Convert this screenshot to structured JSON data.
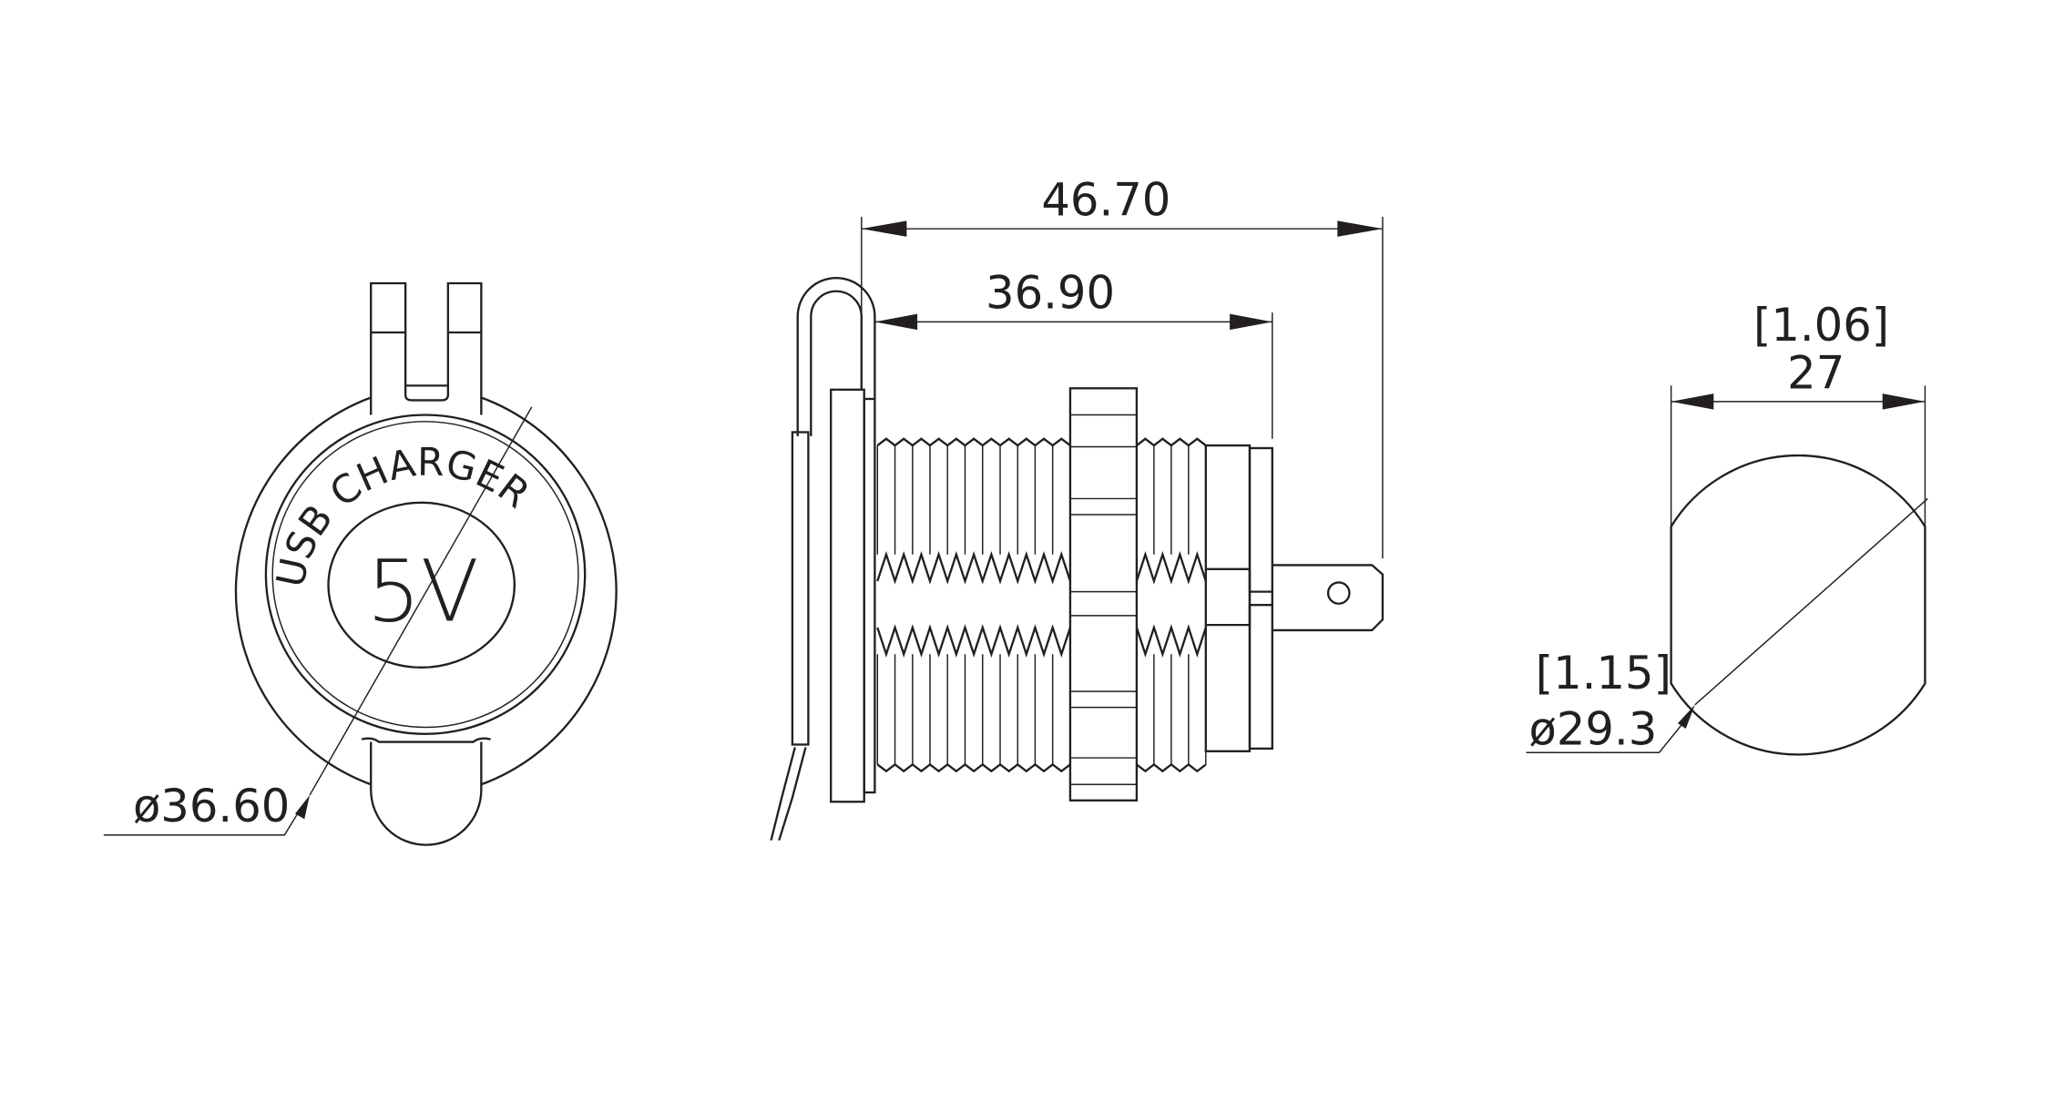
{
  "front_view": {
    "label_arc": "USB CHARGER",
    "voltage": "5V",
    "diameter_dim": "ø36.60"
  },
  "side_view": {
    "overall_length_dim": "46.70",
    "body_length_dim": "36.90"
  },
  "cutout_view": {
    "width_inch_dim": "[1.06]",
    "width_mm_dim": "27",
    "diameter_inch_dim": "[1.15]",
    "diameter_mm_dim": "ø29.3"
  },
  "colors": {
    "line": "#231f20",
    "background": "#ffffff"
  }
}
